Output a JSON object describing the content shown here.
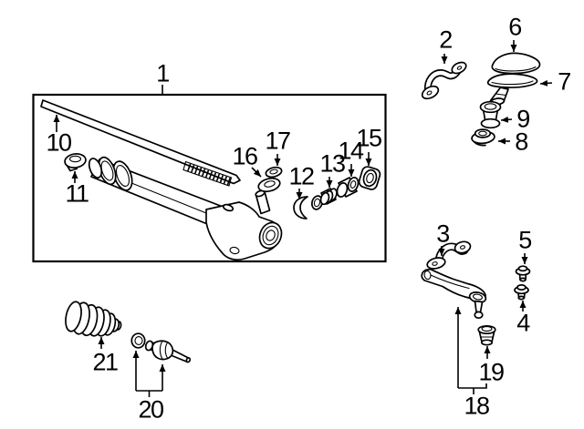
{
  "figure": {
    "type": "exploded-parts-diagram",
    "subject": "rack-and-pinion steering gear components",
    "background_color": "#ffffff",
    "line_color": "#000000",
    "assembly_box_label": "1",
    "part_labels": [
      {
        "text": "1"
      },
      {
        "text": "2"
      },
      {
        "text": "3"
      },
      {
        "text": "4"
      },
      {
        "text": "5"
      },
      {
        "text": "6"
      },
      {
        "text": "7"
      },
      {
        "text": "8"
      },
      {
        "text": "9"
      },
      {
        "text": "10"
      },
      {
        "text": "11"
      },
      {
        "text": "12"
      },
      {
        "text": "13"
      },
      {
        "text": "14"
      },
      {
        "text": "15"
      },
      {
        "text": "16"
      },
      {
        "text": "17"
      },
      {
        "text": "18"
      },
      {
        "text": "19"
      },
      {
        "text": "20"
      },
      {
        "text": "21"
      }
    ]
  }
}
